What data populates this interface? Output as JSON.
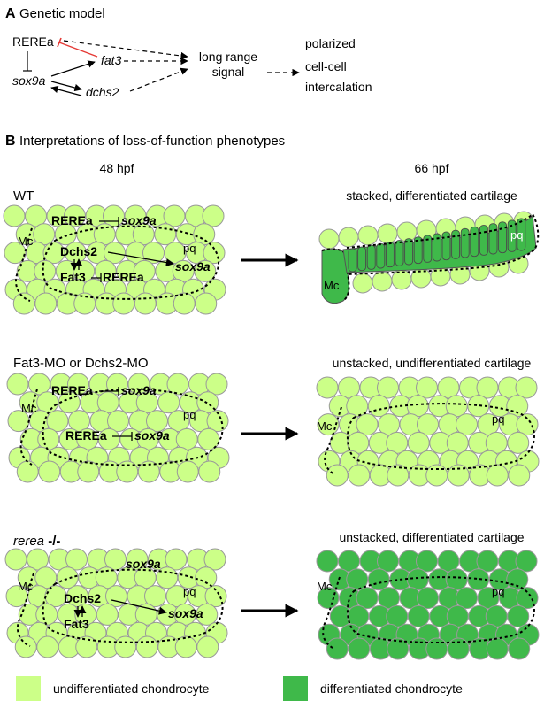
{
  "panel_a": {
    "letter": "A",
    "title": "Genetic model",
    "nodes": {
      "rerea": "REREa",
      "sox9a": "sox9a",
      "fat3": "fat3",
      "dchs2": "dchs2",
      "signal_line1": "long range",
      "signal_line2": "signal",
      "outcome_line1": "polarized",
      "outcome_line2": "cell-cell",
      "outcome_line3": "intercalation"
    }
  },
  "panel_b": {
    "letter": "B",
    "title": "Interpretations of loss-of-function phenotypes",
    "col_left": "48 hpf",
    "col_right": "66 hpf",
    "rows": [
      {
        "condition": "WT",
        "result": "stacked, differentiated cartilage",
        "labels": {
          "mc": "Mc",
          "pq": "pq",
          "top_rerea": "REREa",
          "top_sox9a": "sox9a",
          "dchs2": "Dchs2",
          "fat3": "Fat3",
          "inner_rerea": "REREa",
          "inner_sox9a": "sox9a",
          "right_mc": "Mc",
          "right_pq": "pq"
        }
      },
      {
        "condition": "Fat3-MO or Dchs2-MO",
        "result": "unstacked, undifferentiated cartilage",
        "labels": {
          "mc": "Mc",
          "pq": "pq",
          "top_rerea": "REREa",
          "top_sox9a": "sox9a",
          "inner_rerea": "REREa",
          "inner_sox9a": "sox9a",
          "right_mc": "Mc",
          "right_pq": "pq"
        }
      },
      {
        "condition_main": "rerea",
        "condition_suffix": " -/-",
        "result": "unstacked, differentiated cartilage",
        "labels": {
          "mc": "Mc",
          "pq": "pq",
          "top_sox9a": "sox9a",
          "dchs2": "Dchs2",
          "fat3": "Fat3",
          "inner_sox9a": "sox9a",
          "right_mc": "Mc",
          "right_pq": "pq"
        }
      }
    ]
  },
  "legend": {
    "undiff_label": "undifferentiated chondrocyte",
    "diff_label": "differentiated chondrocyte"
  },
  "colors": {
    "light_cell": "#ccff88",
    "dark_cell": "#3fb94a",
    "cell_stroke": "#999999",
    "repress_red": "#e53935"
  }
}
